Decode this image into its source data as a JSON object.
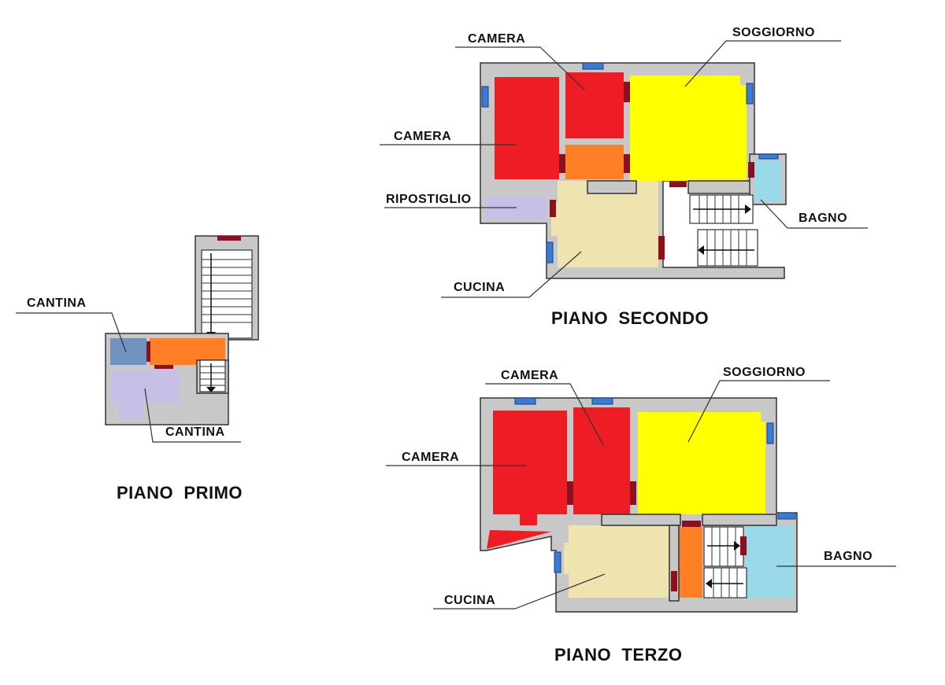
{
  "colors": {
    "camera": "#ee1c24",
    "soggiorno": "#ffff00",
    "disimpegno": "#ff7f27",
    "cucina": "#efe4b0",
    "bagno": "#99d9ea",
    "ripostiglio": "#c8bfe7",
    "cantina_a": "#7092be",
    "cantina_b": "#c8bfe7",
    "wall": "#c8c8c8",
    "window": "#3a7bd5",
    "door": "#8b1020"
  },
  "floors": {
    "primo": {
      "title": "PIANO  PRIMO",
      "labels": {
        "cantina_top": "CANTINA",
        "cantina_bottom": "CANTINA"
      }
    },
    "secondo": {
      "title": "PIANO  SECONDO",
      "labels": {
        "camera_top": "CAMERA",
        "soggiorno": "SOGGIORNO",
        "camera_left": "CAMERA",
        "ripostiglio": "RIPOSTIGLIO",
        "bagno": "BAGNO",
        "cucina": "CUCINA"
      }
    },
    "terzo": {
      "title": "PIANO  TERZO",
      "labels": {
        "camera_top": "CAMERA",
        "soggiorno": "SOGGIORNO",
        "camera_left": "CAMERA",
        "bagno": "BAGNO",
        "cucina": "CUCINA"
      }
    }
  }
}
